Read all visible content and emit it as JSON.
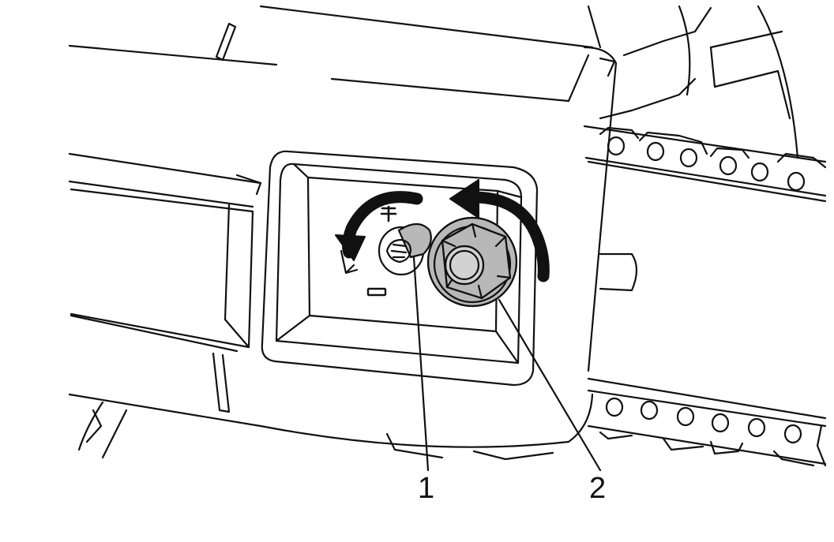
{
  "callouts": [
    {
      "number": "1",
      "part": "chain-tensioner-screw"
    },
    {
      "number": "2",
      "part": "bar-mounting-nut"
    }
  ],
  "symbols": {
    "plus": "+",
    "minus": "−"
  },
  "colors": {
    "line": "#111111",
    "highlight": "#b8b8b8",
    "background": "#ffffff"
  }
}
